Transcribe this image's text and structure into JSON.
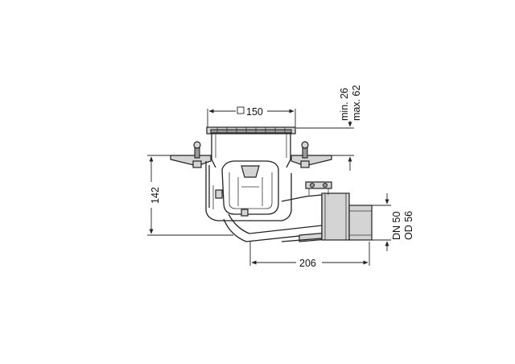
{
  "dimensions": {
    "top_width": "150",
    "top_width_symbol": "□",
    "height": "142",
    "length": "206",
    "min_label": "min. 26",
    "max_label": "max. 62",
    "dn_label": "DN 50",
    "od_label": "OD 56"
  },
  "colors": {
    "line": "#222222",
    "fill_light": "#d4d4d4",
    "fill_dark": "#9a9a9a"
  }
}
